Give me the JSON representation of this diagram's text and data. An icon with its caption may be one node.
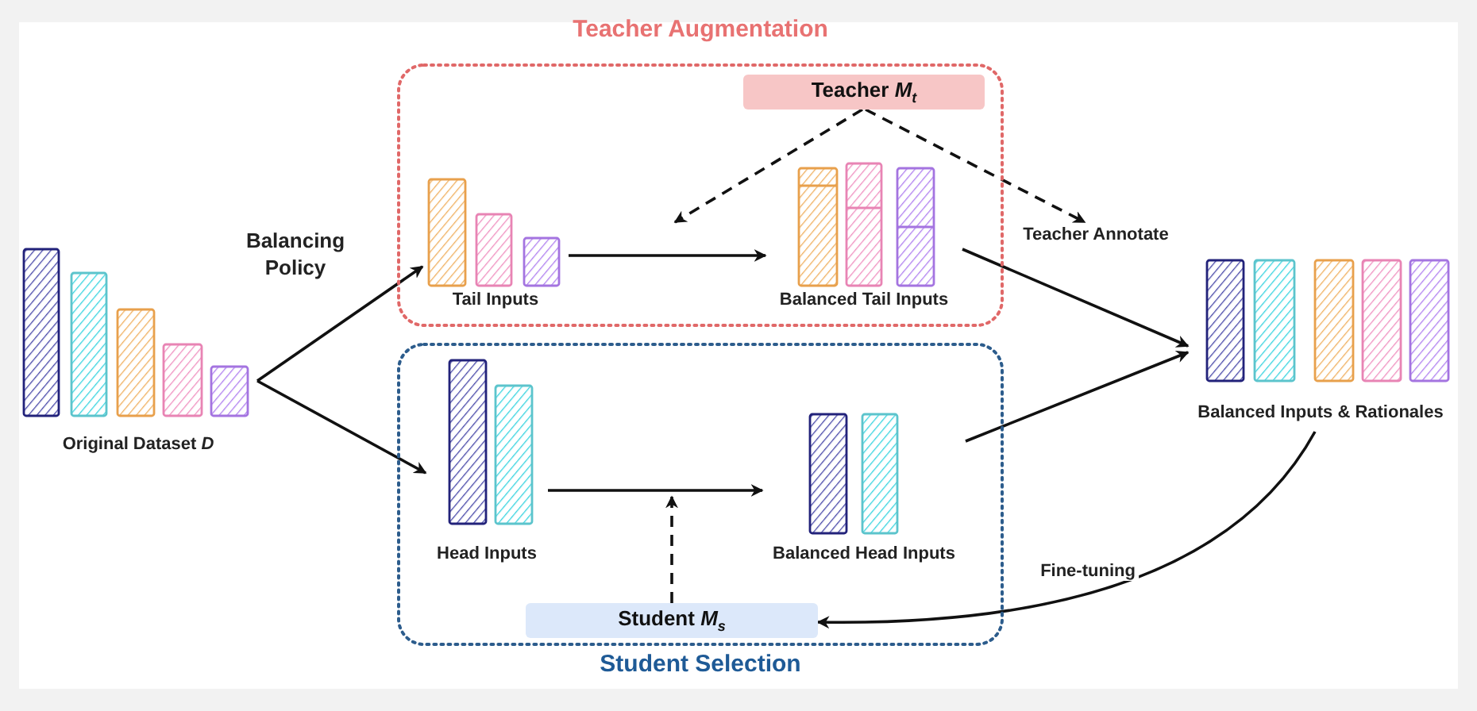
{
  "diagram": {
    "nodes": [
      {
        "text": [
          "Teacher Augmentation"
        ]
      },
      {
        "text": [
          "Teacher *M*$_{t}$"
        ],
        "in": 0
      },
      {
        "text": [
          "Tail Inputs"
        ],
        "in": 0
      },
      {
        "text": [
          "Balanced Tail Inputs"
        ],
        "in": 0
      },
      {
        "text": [
          "Original Dataset *D*"
        ]
      },
      {
        "text": [
          "Balanced Inputs & Rationales"
        ]
      },
      {
        "text": [
          "Student Selection"
        ]
      },
      {
        "text": [
          "Head Inputs"
        ],
        "in": 6
      },
      {
        "text": [
          "Balanced Head Inputs"
        ],
        "in": 6
      },
      {
        "text": [
          "Student *M*$_{s}$"
        ],
        "in": 6
      }
    ],
    "edges": [
      {
        "from": 4,
        "to": 2,
        "arrow": "to"
      },
      {
        "from": 4,
        "to": 7,
        "arrow": "to"
      },
      {
        "from": 2,
        "to": 3,
        "arrow": "to"
      },
      {
        "from": 7,
        "to": 8,
        "arrow": "to"
      },
      {
        "from": 3,
        "to": 5,
        "arrow": "to"
      },
      {
        "from": 8,
        "to": 5,
        "arrow": "to"
      },
      {
        "from": 1,
        "to": null,
        "arrow": "to",
        "style": "dashed"
      },
      {
        "from": 1,
        "to": null,
        "arrow": "to",
        "style": "dashed",
        "label": "Teacher Annotate"
      },
      {
        "from": 9,
        "to": null,
        "arrow": "to",
        "style": "dashed"
      },
      {
        "from": 5,
        "to": 9,
        "arrow": "to",
        "label": "Fine-tuning"
      }
    ],
    "labels": [
      "Balancing Policy"
    ]
  }
}
